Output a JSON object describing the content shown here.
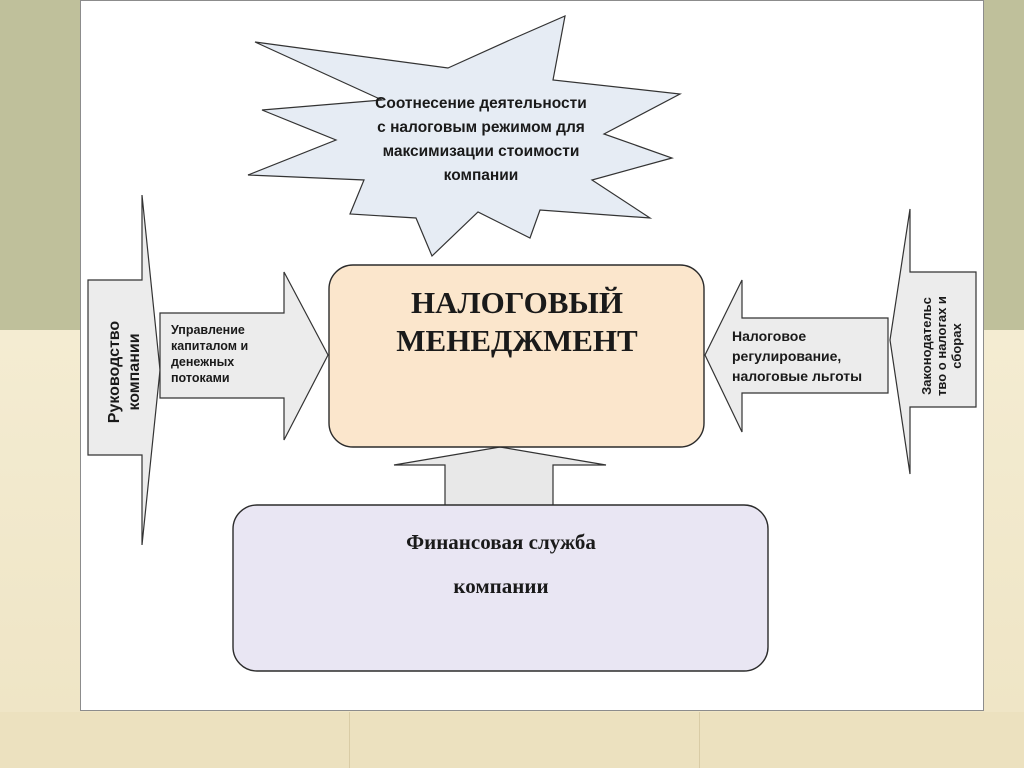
{
  "star": {
    "line1": "Соотнесение деятельности",
    "line2": "с налоговым режимом  для",
    "line3": "максимизации стоимости",
    "line4": "компании"
  },
  "main_box": {
    "line1": "НАЛОГОВЫЙ",
    "line2": "МЕНЕДЖМЕНТ"
  },
  "left_panel": {
    "line1": "Руководство",
    "line2": "компании"
  },
  "left_arrow": {
    "line1": "Управление",
    "line2": "капиталом и",
    "line3": "денежных",
    "line4": "потоками"
  },
  "right_panel": {
    "line1": "Законодательс",
    "line2": "тво о налогах и",
    "line3": "сборах"
  },
  "right_arrow": {
    "line1": "Налоговое",
    "line2": "регулирование,",
    "line3": "налоговые льготы"
  },
  "finance_box": {
    "line1": "Финансовая служба",
    "line2": "компании"
  },
  "colors": {
    "main_box_fill": "#fbe6cc",
    "finance_box_fill": "#e9e6f3",
    "star_fill": "#e6ecf4",
    "arrow_fill": "#ececec",
    "outline": "#2b2b2b"
  }
}
